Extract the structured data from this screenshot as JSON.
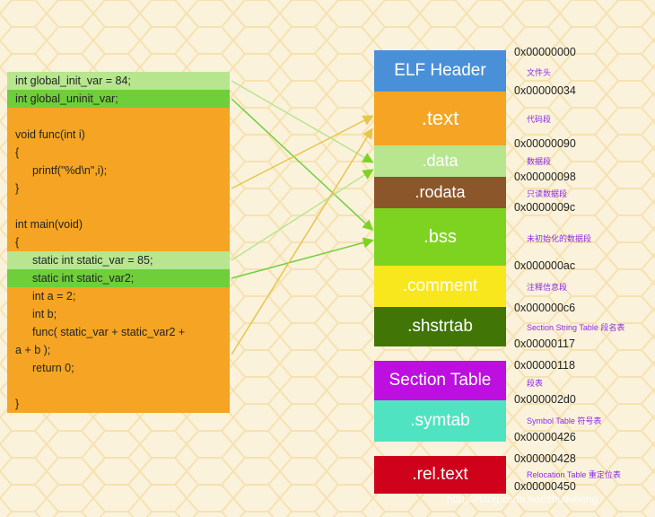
{
  "code_lines": [
    {
      "text": "int global_init_var = 84;",
      "bg": "#b7e68f",
      "indent": 0
    },
    {
      "text": "int global_uninit_var;",
      "bg": "#6fcf3a",
      "indent": 0
    },
    {
      "text": "",
      "bg": "",
      "indent": 0
    },
    {
      "text": "void func(int i)",
      "bg": "",
      "indent": 0
    },
    {
      "text": "{",
      "bg": "",
      "indent": 0
    },
    {
      "text": "printf(\"%d\\n\",i);",
      "bg": "",
      "indent": 1
    },
    {
      "text": "}",
      "bg": "",
      "indent": 0
    },
    {
      "text": "",
      "bg": "",
      "indent": 0
    },
    {
      "text": "int main(void)",
      "bg": "",
      "indent": 0
    },
    {
      "text": "{",
      "bg": "",
      "indent": 0
    },
    {
      "text": "static int static_var = 85;",
      "bg": "#b7e68f",
      "indent": 1
    },
    {
      "text": "static int static_var2;",
      "bg": "#6fcf3a",
      "indent": 1
    },
    {
      "text": "int a = 2;",
      "bg": "",
      "indent": 1
    },
    {
      "text": "int b;",
      "bg": "",
      "indent": 1
    },
    {
      "text": "func( static_var + static_var2 +",
      "bg": "",
      "indent": 1
    },
    {
      "text": "a + b );",
      "bg": "",
      "indent": 0
    },
    {
      "text": "return 0;",
      "bg": "",
      "indent": 1
    },
    {
      "text": "",
      "bg": "",
      "indent": 0
    },
    {
      "text": "}",
      "bg": "",
      "indent": 0
    }
  ],
  "sections": [
    {
      "label": "ELF Header",
      "color": "#4a90d9"
    },
    {
      "label": ".text",
      "color": "#f5a523"
    },
    {
      "label": ".data",
      "color": "#b7e68f"
    },
    {
      "label": ".rodata",
      "color": "#8b572a"
    },
    {
      "label": ".bss",
      "color": "#7ed321"
    },
    {
      "label": ".comment",
      "color": "#f8e71c"
    },
    {
      "label": ".shstrtab",
      "color": "#417505"
    },
    {
      "label": "Section Table",
      "color": "#bd10e0"
    },
    {
      "label": ".symtab",
      "color": "#50e3c2"
    },
    {
      "label": ".rel.text",
      "color": "#d0021b"
    }
  ],
  "addresses": [
    "0x00000000",
    "0x00000034",
    "0x00000090",
    "0x00000098",
    "0x0000009c",
    "0x000000ac",
    "0x000000c6",
    "0x00000117",
    "0x00000118",
    "0x000002d0",
    "0x00000426",
    "0x00000428",
    "0x00000450"
  ],
  "notes": [
    "文件头",
    "代码段",
    "数据段",
    "只读数据段",
    "未初始化的数据段",
    "注释信息段",
    "Section String Table 段名表",
    "段表",
    "Symbol Table 符号表",
    "Relocation Table 重定位表"
  ],
  "watermark": "https://blog.csdn.net/zhuikeleng",
  "colors": {
    "arrow": "#e8c44a",
    "arrow_green": "#9be07a",
    "note": "#8a2be2"
  }
}
